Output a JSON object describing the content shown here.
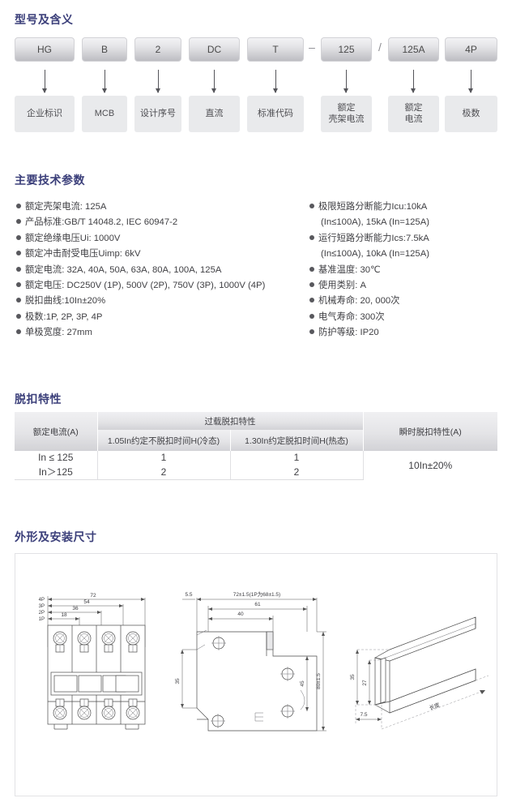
{
  "sections": {
    "model_title": "型号及含义",
    "spec_title": "主要技术参数",
    "trip_title": "脱扣特性",
    "dim_title": "外形及安装尺寸"
  },
  "model_code": {
    "codes": [
      {
        "code": "HG",
        "meaning": "企业标识"
      },
      {
        "code": "B",
        "meaning": "MCB"
      },
      {
        "code": "2",
        "meaning": "设计序号"
      },
      {
        "code": "DC",
        "meaning": "直流"
      },
      {
        "code": "T",
        "meaning": "标准代码"
      },
      {
        "code": "125",
        "meaning": "额定\n壳架电流"
      },
      {
        "code": "125A",
        "meaning": "额定\n电流"
      },
      {
        "code": "4P",
        "meaning": "极数"
      }
    ],
    "separators": {
      "dash": "–",
      "slash": "/"
    }
  },
  "specs": {
    "left": [
      {
        "text": "额定壳架电流: 125A"
      },
      {
        "text": "产品标准:GB/T  14048.2, IEC 60947-2"
      },
      {
        "text": "额定绝缘电压Ui: 1000V"
      },
      {
        "text": "额定冲击耐受电压Uimp: 6kV"
      },
      {
        "text": "额定电流: 32A, 40A, 50A, 63A, 80A, 100A, 125A"
      },
      {
        "text": "额定电压: DC250V (1P), 500V (2P), 750V (3P), 1000V (4P)"
      },
      {
        "text": "脱扣曲线:10In±20%"
      },
      {
        "text": "极数:1P, 2P, 3P, 4P"
      },
      {
        "text": "单极宽度: 27mm"
      }
    ],
    "right": [
      {
        "text": "极限短路分断能力Icu:10kA",
        "cont": "(In≤100A), 15kA (In=125A)"
      },
      {
        "text": "运行短路分断能力Ics:7.5kA",
        "cont": "(In≤100A), 10kA (In=125A)"
      },
      {
        "text": "基准温度: 30℃"
      },
      {
        "text": "使用类别: A"
      },
      {
        "text": "机械寿命: 20, 000次"
      },
      {
        "text": "电气寿命: 300次"
      },
      {
        "text": "防护等级: IP20"
      }
    ]
  },
  "trip_table": {
    "col_rated": "额定电流(A)",
    "col_overload_group": "过载脱扣特性",
    "col_cold": "1.05In约定不脱扣时间H(冷态)",
    "col_hot": "1.30In约定脱扣时间H(热态)",
    "col_instant": "瞬时脱扣特性(A)",
    "rows": [
      {
        "rated": "In ≤ 125",
        "cold": "1",
        "hot": "1"
      },
      {
        "rated": "In＞125",
        "cold": "2",
        "hot": "2"
      }
    ],
    "instant_value": "10In±20%"
  },
  "drawings": {
    "front_view": {
      "pole_labels": [
        "4P",
        "3P",
        "2P",
        "1P"
      ],
      "pole_dims": [
        "72",
        "54",
        "36",
        "18"
      ]
    },
    "side_view": {
      "top_dim": "72±1.5(1P为68±1.5)",
      "dim_61": "61",
      "dim_40": "40",
      "dim_35": "35",
      "dim_45": "45",
      "dim_80": "80±1.5",
      "dim_55": "5.5"
    },
    "rail_view": {
      "dim_35": "35",
      "dim_27": "27",
      "dim_75": "7.5",
      "dim_len": "长度"
    }
  },
  "colors": {
    "heading": "#3b3f7a",
    "box_grad_top": "#f3f3f5",
    "box_grad_bottom": "#bdbdc2",
    "meaning_bg": "#e9eaec",
    "bullet": "#58585d"
  }
}
